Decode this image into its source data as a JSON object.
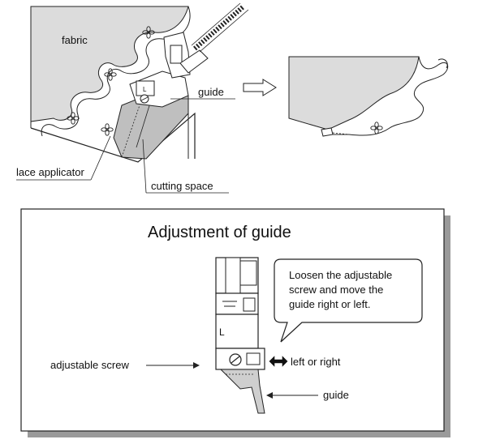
{
  "top_diagram": {
    "fabric_label": "fabric",
    "guide_label": "guide",
    "lace_applicator_label": "lace applicator",
    "cutting_space_label": "cutting space",
    "foot_letter": "L"
  },
  "adjustment_box": {
    "title": "Adjustment of guide",
    "callout_line1": "Loosen the adjustable",
    "callout_line2": "screw and move the",
    "callout_line3": "guide right or left.",
    "adjustable_screw_label": "adjustable screw",
    "left_or_right_label": "left or right",
    "guide_label": "guide",
    "foot_letter": "L"
  }
}
